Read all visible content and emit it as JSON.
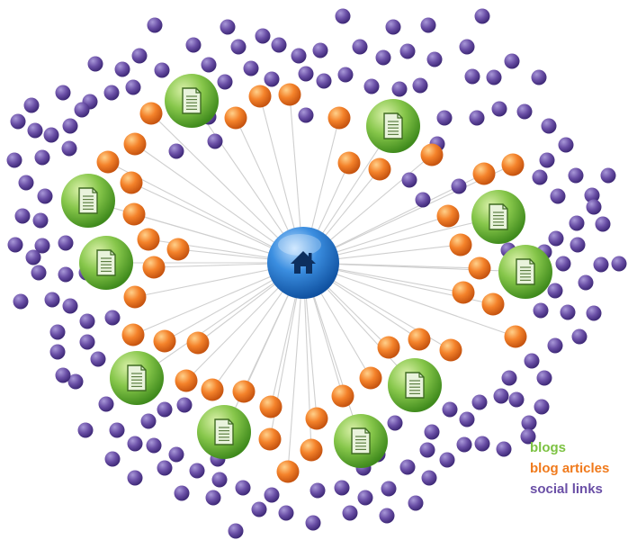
{
  "colors": {
    "blogs": "#7cc242",
    "blog_articles": "#f07a1c",
    "social_links": "#6a4fa6",
    "hub": "#2a7fd0",
    "lines": "#cfcfcf",
    "page_icon": "#e9f3dc"
  },
  "icons": {
    "hub": "home-icon",
    "blog": "document-icon"
  },
  "legend": {
    "blogs": "blogs",
    "blog_articles": "blog articles",
    "social_links": "social links"
  }
}
